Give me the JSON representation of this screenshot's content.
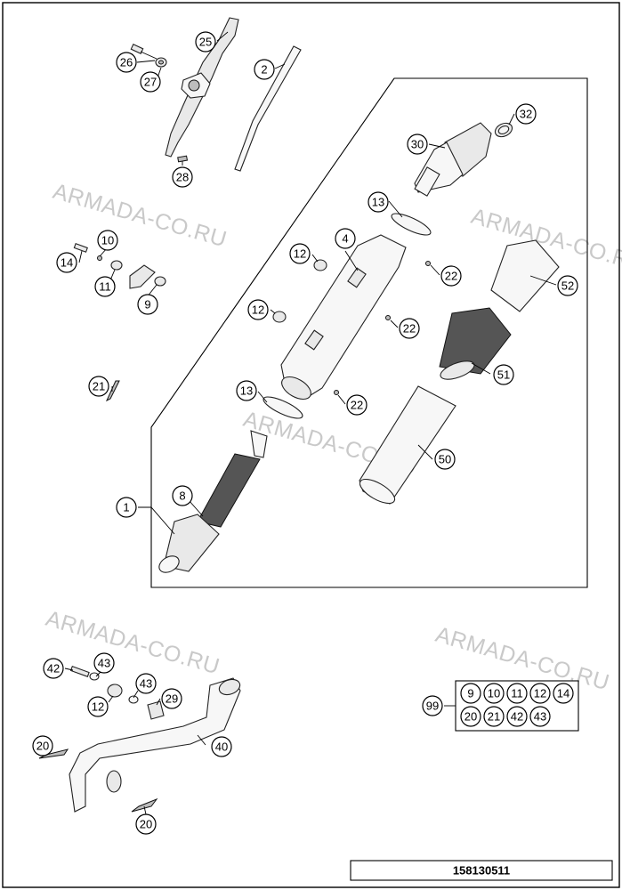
{
  "watermarks": [
    "ARMADA-CO.RU",
    "ARMADA-CO.RU",
    "ARMADA-CO.RU",
    "ARMADA-CO.RU",
    "ARMADA-CO.RU"
  ],
  "callouts": [
    "25",
    "2",
    "26",
    "27",
    "28",
    "32",
    "30",
    "13",
    "10",
    "14",
    "11",
    "9",
    "4",
    "12",
    "22",
    "52",
    "12",
    "22",
    "21",
    "13",
    "22",
    "51",
    "50",
    "8",
    "1",
    "42",
    "43",
    "43",
    "12",
    "29",
    "40",
    "20",
    "20",
    "99"
  ],
  "kit": {
    "row1": [
      "9",
      "10",
      "11",
      "12",
      "14"
    ],
    "row2": [
      "20",
      "21",
      "42",
      "43"
    ]
  },
  "doc_number": "158130511"
}
